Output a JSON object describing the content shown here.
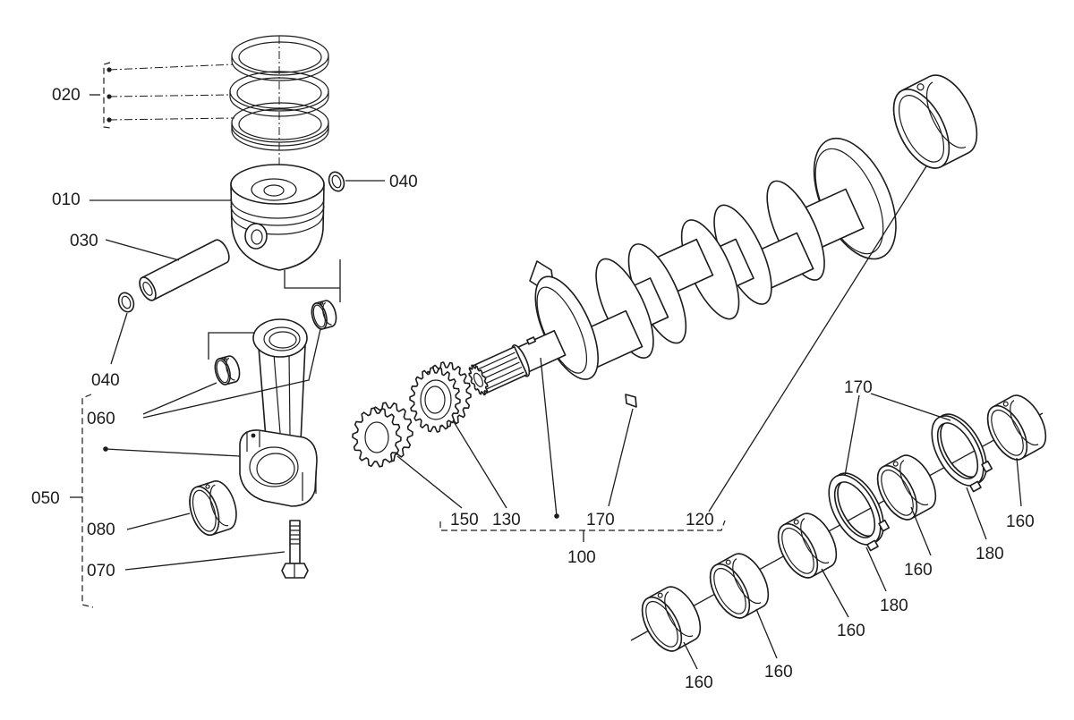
{
  "labels": {
    "rings": "020",
    "piston": "010",
    "circlip_upper": "040",
    "pin": "030",
    "circlip_lower": "040",
    "bushing": "060",
    "conrod_assy": "050",
    "conrod_bearing": "080",
    "conrod_bolt": "070",
    "gear_small": "150",
    "gear_large": "130",
    "crank_key": "170",
    "rear_bearing": "120",
    "crankshaft_assy": "100",
    "thrust_group": "170",
    "bearing_g": "160",
    "thrust_f": "180",
    "bearing_e": "160",
    "thrust_d": "180",
    "bearing_c": "160",
    "bearing_b": "160",
    "bearing_a": "160"
  }
}
